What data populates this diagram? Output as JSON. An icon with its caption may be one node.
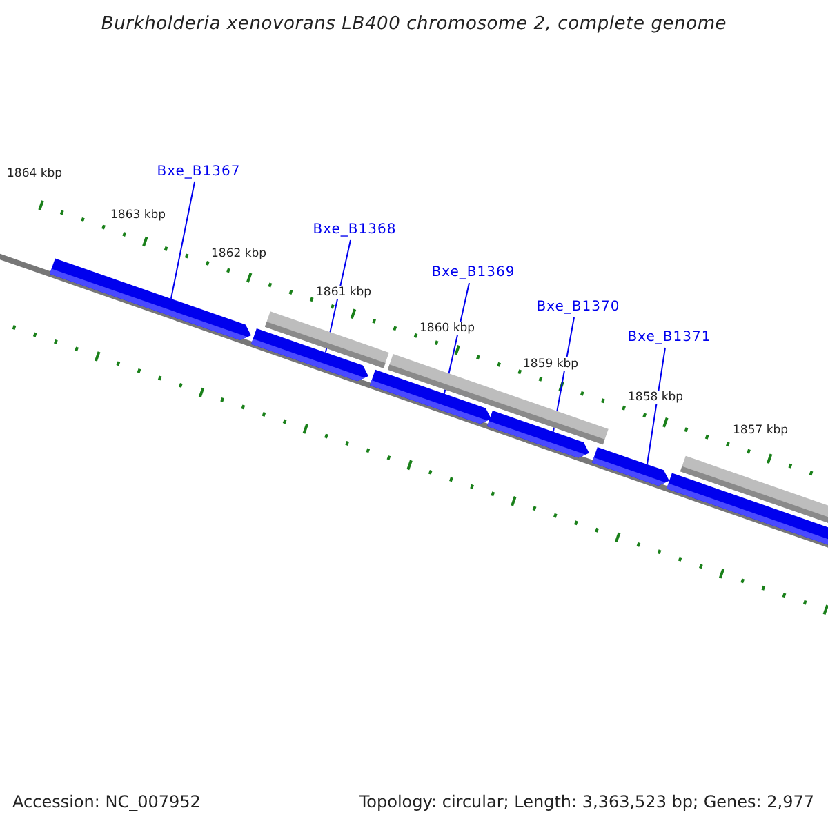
{
  "diagram": {
    "title": "Burkholderia xenovorans LB400 chromosome 2, complete genome",
    "nodes": [
      {
        "text": [
          "Bxe_B1367"
        ]
      },
      {
        "text": [
          "Bxe_B1368"
        ]
      },
      {
        "text": [
          "Bxe_B1369"
        ]
      },
      {
        "text": [
          "Bxe_B1370"
        ]
      },
      {
        "text": [
          "Bxe_B1371"
        ]
      },
      {
        "text": [],
        "shape": "arrow"
      },
      {
        "text": [],
        "shape": "arrow"
      },
      {
        "text": [],
        "shape": "arrow"
      },
      {
        "text": [],
        "shape": "arrow"
      },
      {
        "text": [],
        "shape": "arrow"
      },
      {
        "text": [],
        "shape": "arrow"
      },
      {
        "text": [],
        "shape": "bar"
      },
      {
        "text": [],
        "shape": "bar"
      },
      {
        "text": [],
        "shape": "bar"
      }
    ],
    "edges": [
      {
        "from": 0,
        "to": 5,
        "arrow": "none"
      },
      {
        "from": 1,
        "to": 6,
        "arrow": "none"
      },
      {
        "from": 2,
        "to": 7,
        "arrow": "none"
      },
      {
        "from": 3,
        "to": 8,
        "arrow": "none"
      },
      {
        "from": 4,
        "to": 9,
        "arrow": "none"
      }
    ],
    "labels": [
      "1864 kbp",
      "1863 kbp",
      "1862 kbp",
      "1861 kbp",
      "1860 kbp",
      "1859 kbp",
      "1858 kbp",
      "1857 kbp",
      "Accession: NC_007952",
      "Topology: circular; Length: 3,363,523 bp; Genes: 2,977"
    ]
  }
}
